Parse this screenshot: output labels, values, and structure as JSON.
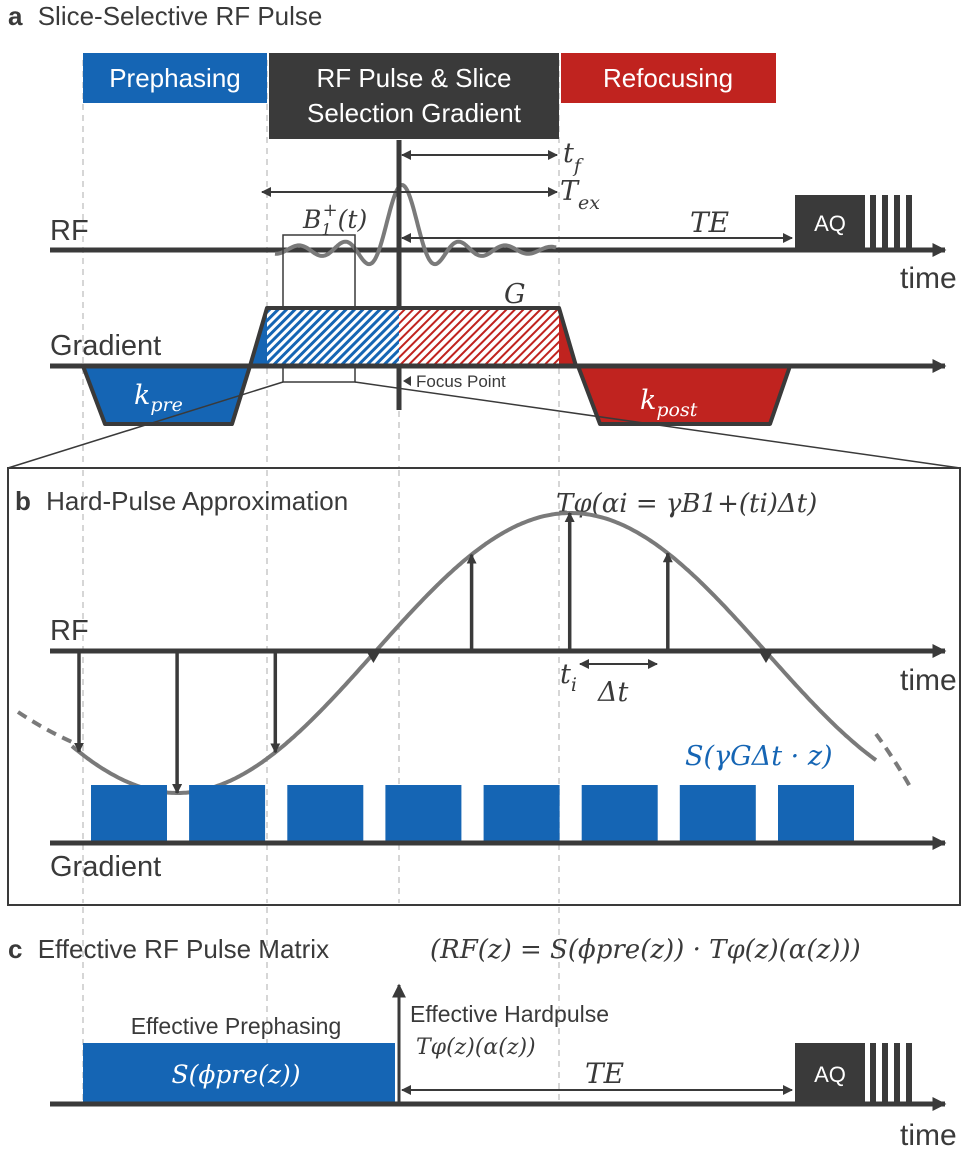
{
  "colors": {
    "blue": "#1565b4",
    "red": "#c0231f",
    "dark": "#3a3a3a",
    "gray": "#7a7a7a",
    "guide": "#c8c8c8"
  },
  "panel_a": {
    "letter": "a",
    "title": "Slice-Selective RF Pulse",
    "phase_prephasing": "Prephasing",
    "phase_rf_line1": "RF Pulse & Slice",
    "phase_rf_line2": "Selection Gradient",
    "phase_refocusing": "Refocusing",
    "rf_label": "RF",
    "gradient_label": "Gradient",
    "time_label": "time",
    "tf_base": "t",
    "tf_sub": "f",
    "tex_base": "T",
    "tex_sub": "ex",
    "b1_base": "B",
    "b1_sub": "1",
    "b1_sup": "+",
    "b1_arg": "(t)",
    "te_label": "TE",
    "aq_label": "AQ",
    "g_label": "G",
    "kpre_base": "k",
    "kpre_sub": "pre",
    "kpost_base": "k",
    "kpost_sub": "post",
    "focus_point": "Focus Point"
  },
  "panel_b": {
    "letter": "b",
    "title": "Hard-Pulse Approximation",
    "rf_label": "RF",
    "gradient_label": "Gradient",
    "time_label": "time",
    "tphi_formula": "Tφ(αi = γB1+(ti)Δt)",
    "ti_base": "t",
    "ti_sub": "i",
    "dt_label": "Δt",
    "s_formula": "S(γGΔt · z)",
    "hard_pulse_count": 8,
    "gradient_block_count": 8
  },
  "panel_c": {
    "letter": "c",
    "title": "Effective RF Pulse Matrix",
    "formula": "(RF(z) = S(ϕpre(z)) · Tφ(z)(α(z)))",
    "effective_prephasing": "Effective Prephasing",
    "prephasing_formula": "S(ϕpre(z))",
    "effective_hardpulse": "Effective Hardpulse",
    "hardpulse_formula": "Tφ(z)(α(z))",
    "te_label": "TE",
    "aq_label": "AQ",
    "time_label": "time"
  }
}
